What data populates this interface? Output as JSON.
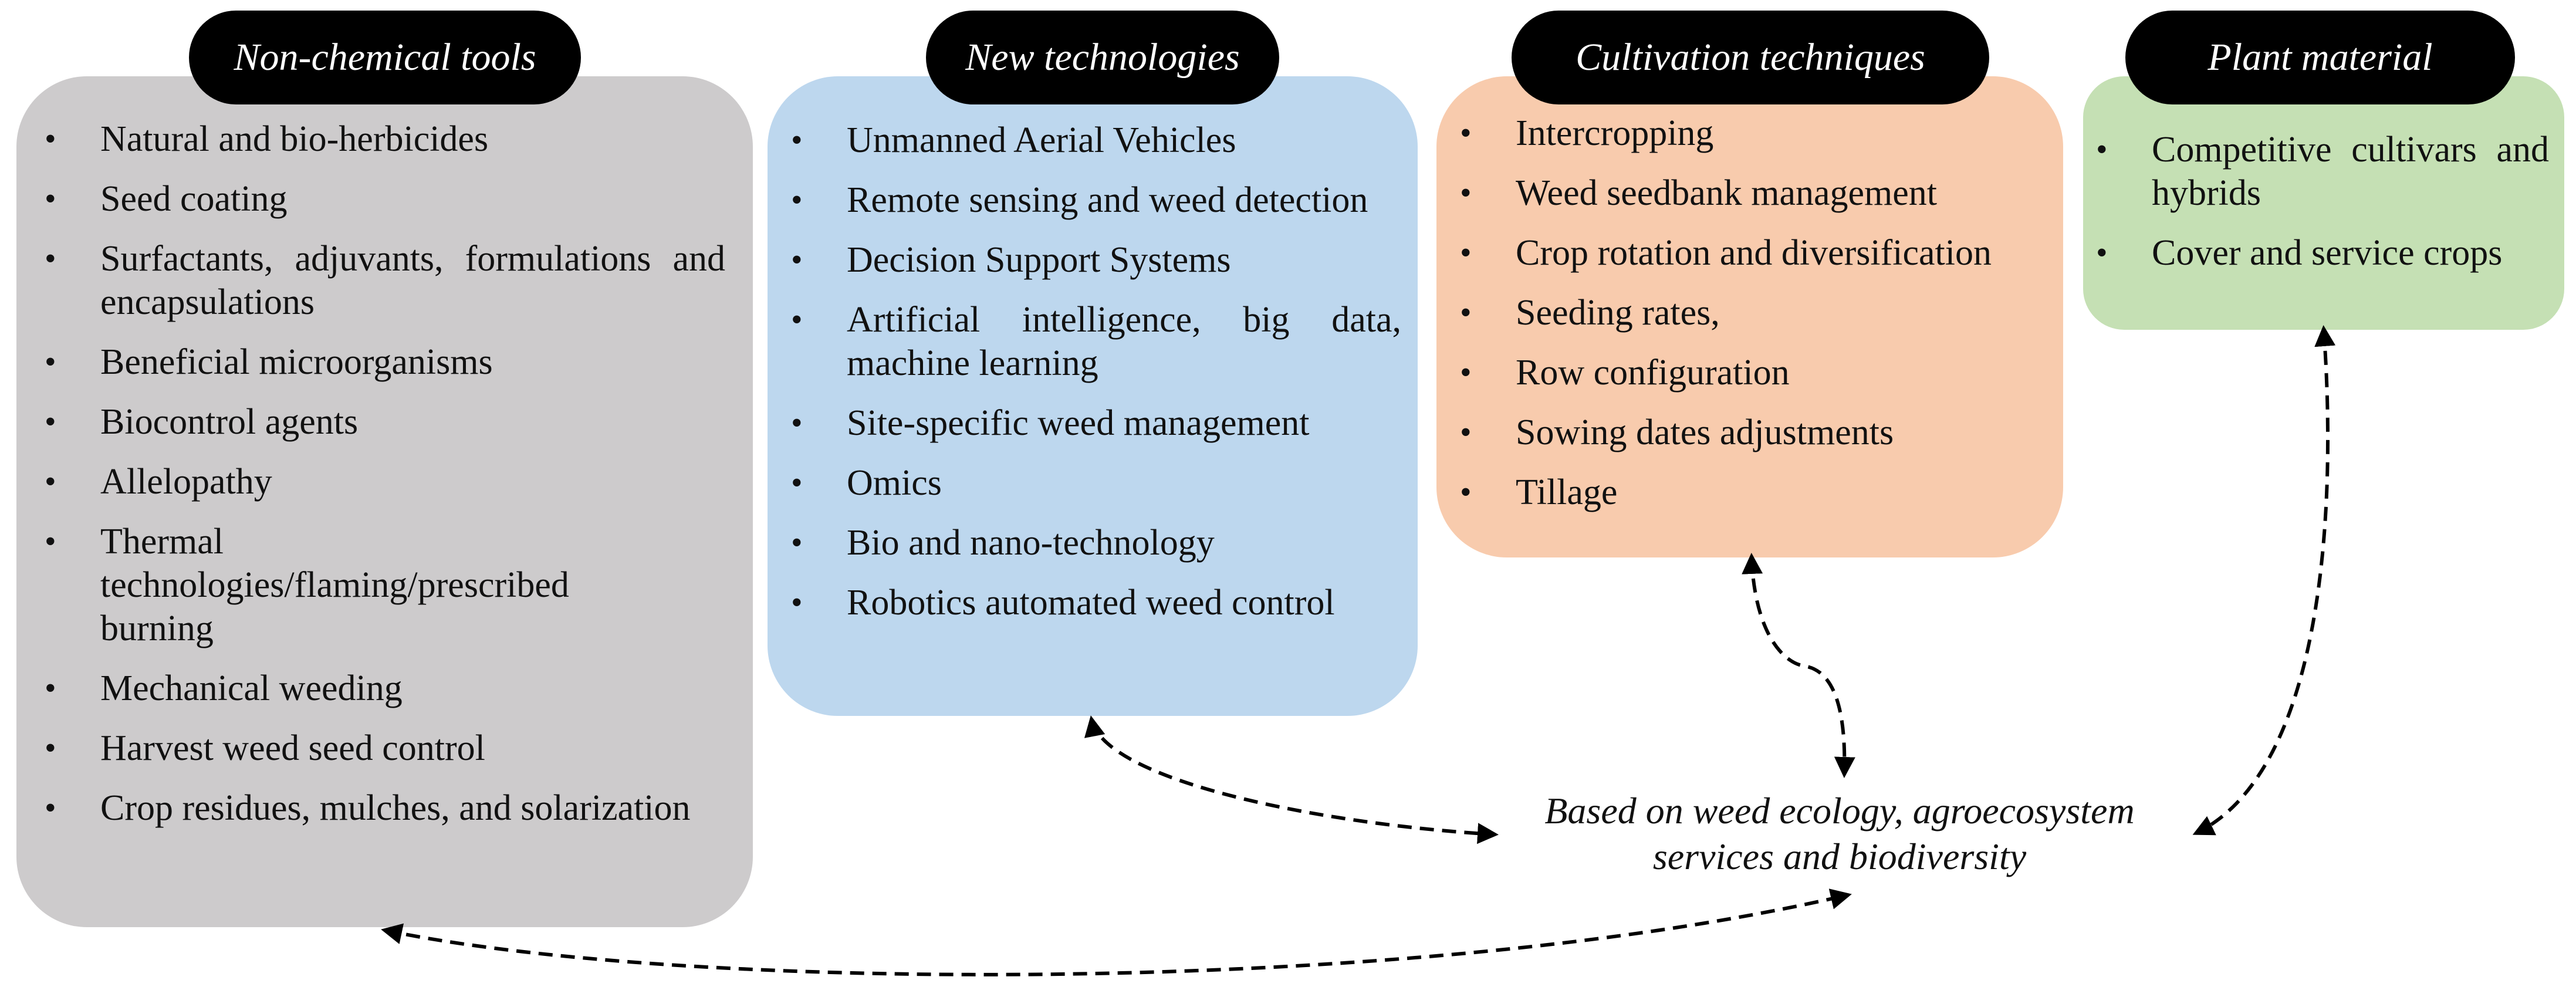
{
  "colors": {
    "non_chemical_box": "#cdcbcc",
    "new_tech_box": "#bdd7ee",
    "cultivation_box": "#f8cbad",
    "plant_material_box": "#c5e0b4",
    "header_pill": "#000000"
  },
  "non_chemical_tools": {
    "title": "Non-chemical tools",
    "items": [
      "Natural and bio-herbicides",
      "Seed coating",
      "Surfactants, adjuvants, formulations and encapsulations",
      "Beneficial microorganisms",
      "Biocontrol agents",
      "Allelopathy",
      "Thermal technologies/flaming/prescribed burning",
      "Mechanical weeding",
      "Harvest weed seed control",
      "Crop residues, mulches, and solarization"
    ]
  },
  "new_technologies": {
    "title": "New technologies",
    "items": [
      "Unmanned Aerial Vehicles",
      "Remote sensing and weed detection",
      "Decision Support Systems",
      "Artificial intelligence, big data, machine learning",
      "Site-specific weed management",
      "Omics",
      "Bio and nano-technology",
      "Robotics automated weed control"
    ]
  },
  "cultivation_techniques": {
    "title": "Cultivation techniques",
    "items": [
      "Intercropping",
      "Weed seedbank management",
      "Crop rotation and diversification",
      "Seeding rates,",
      "Row configuration",
      "Sowing dates adjustments",
      "Tillage"
    ]
  },
  "plant_material": {
    "title": "Plant material",
    "items": [
      "Competitive cultivars and hybrids",
      "Cover and service crops"
    ]
  },
  "center": {
    "line1": "Based on weed ecology, agroecosystem",
    "line2": "services and biodiversity"
  }
}
